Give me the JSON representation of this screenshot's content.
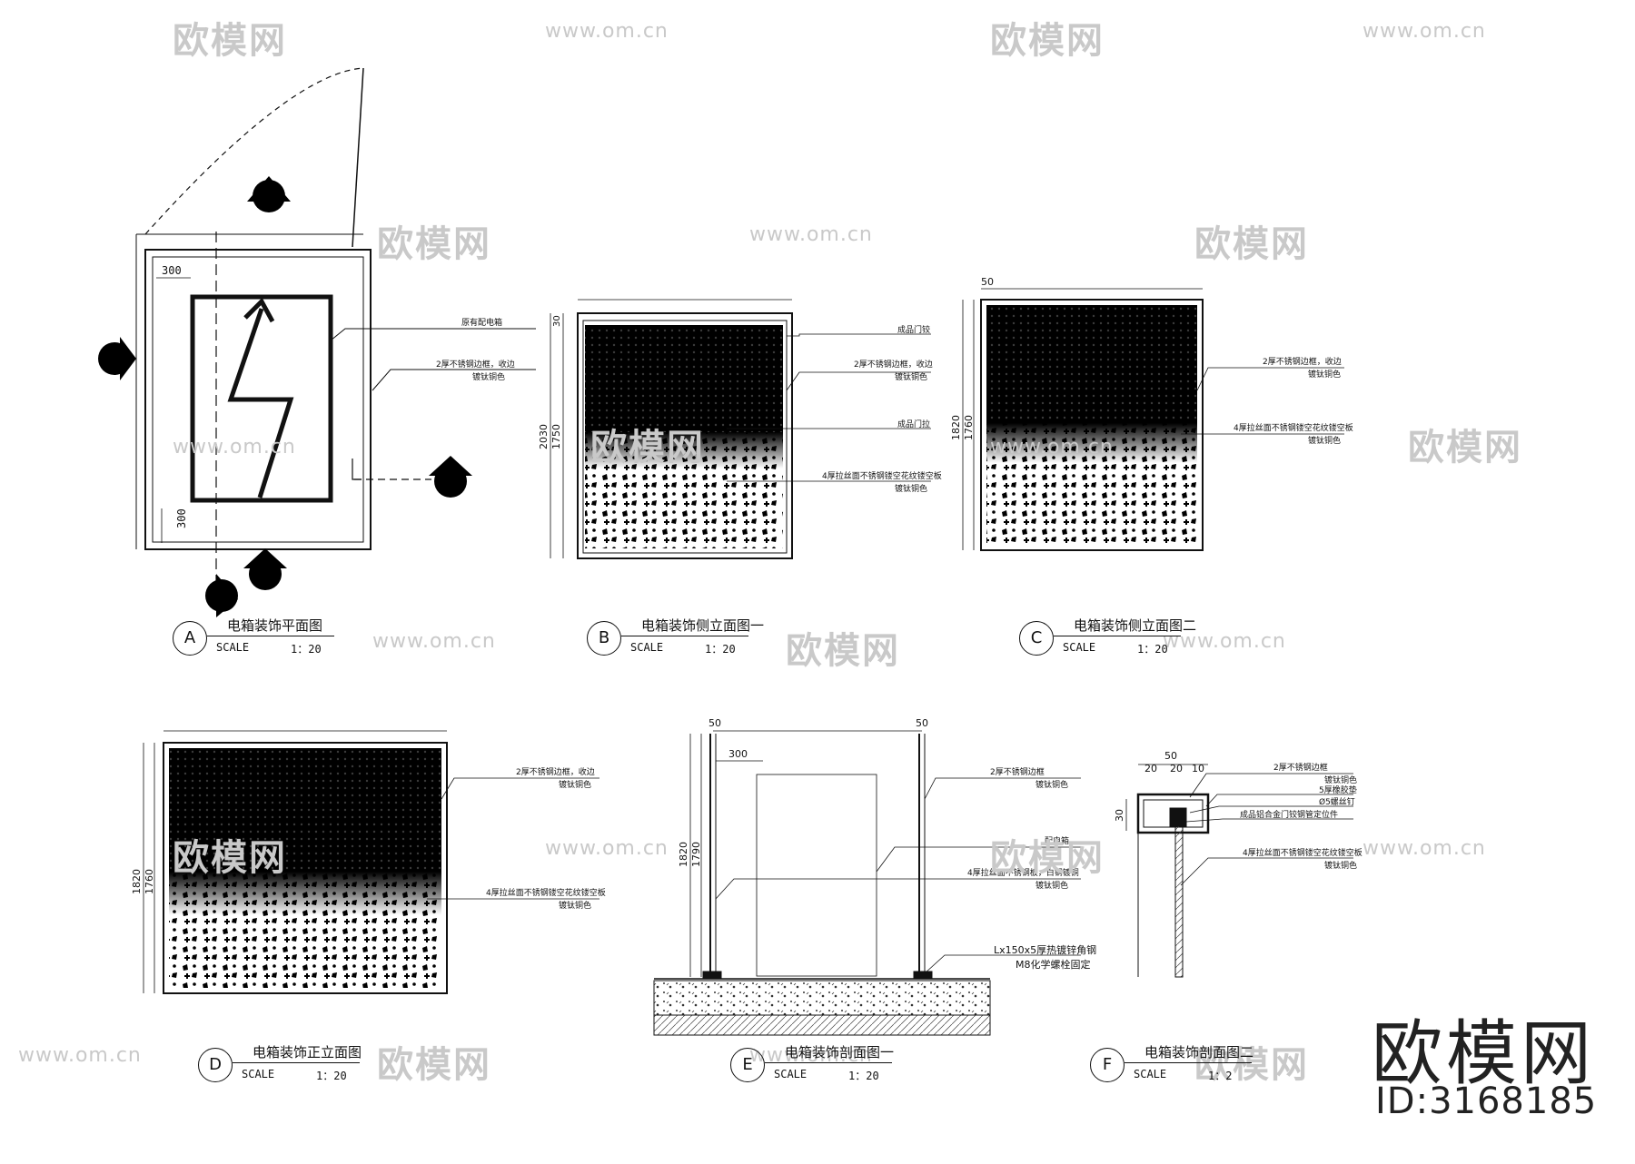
{
  "watermark": {
    "logo": "欧模网",
    "url": "www.om.cn"
  },
  "brand": {
    "name": "欧模网",
    "id": "ID:3168185"
  },
  "scale_word": "SCALE",
  "views": [
    {
      "letter": "A",
      "title": "电箱装饰平面图",
      "ratio": "1：20"
    },
    {
      "letter": "B",
      "title": "电箱装饰侧立面图一",
      "ratio": "1：20"
    },
    {
      "letter": "C",
      "title": "电箱装饰侧立面图二",
      "ratio": "1：20"
    },
    {
      "letter": "D",
      "title": "电箱装饰正立面图",
      "ratio": "1：20"
    },
    {
      "letter": "E",
      "title": "电箱装饰剖面图一",
      "ratio": "1：20"
    },
    {
      "letter": "F",
      "title": "电箱装饰剖面图二",
      "ratio": "1：2"
    }
  ],
  "dims": {
    "d300": "300",
    "d50": "50",
    "d30": "30",
    "d20": "20",
    "d10": "10",
    "d1820": "1820",
    "d1760": "1760",
    "d1750": "1750",
    "d1790": "1790",
    "d2030": "2030"
  },
  "notes": {
    "a_1": "原有配电箱",
    "a_2a": "2厚不锈钢边框，收边",
    "a_2b": "镀钛铜色",
    "b_1": "成品门铰",
    "b_2a": "2厚不锈钢边框，收边",
    "b_2b": "镀钛铜色",
    "b_3": "成品门拉",
    "b_4a": "4厚拉丝面不锈钢镂空花纹镂空板",
    "b_4b": "镀钛铜色",
    "c_1a": "2厚不锈钢边框，收边",
    "c_1b": "镀钛铜色",
    "c_2a": "4厚拉丝面不锈钢镂空花纹镂空板",
    "c_2b": "镀钛铜色",
    "d_1a": "2厚不锈钢边框，收边",
    "d_1b": "镀钛铜色",
    "d_2a": "4厚拉丝面不锈钢镂空花纹镂空板",
    "d_2b": "镀钛铜色",
    "e_1a": "2厚不锈钢边框",
    "e_1b": "镀钛铜色",
    "e_2": "配电箱",
    "e_3a": "4厚拉丝面不锈钢板，白钢镀铜",
    "e_3b": "镀钛铜色",
    "e_4": "Lx150x5厚热镀锌角钢",
    "e_5": "M8化学螺栓固定",
    "f_1a": "2厚不锈钢边框",
    "f_1b": "镀钛铜色",
    "f_2": "5厚橡胶垫",
    "f_3": "Ø5螺丝钉",
    "f_4": "成品铝合金门铰钢管定位件",
    "f_5a": "4厚拉丝面不锈钢镂空花纹镂空板",
    "f_5b": "镀钛铜色"
  },
  "palette": {
    "ink": "#111111",
    "watermark": "#c9c9c9",
    "paper": "#ffffff"
  }
}
